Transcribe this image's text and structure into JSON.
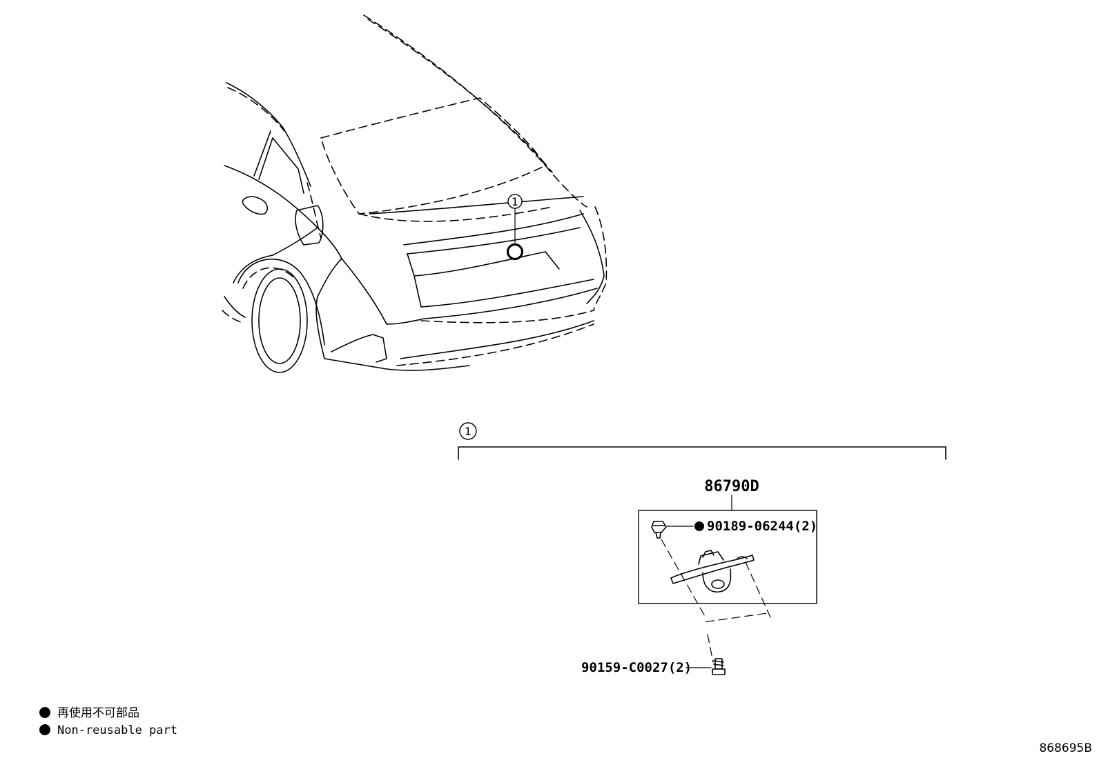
{
  "callout": {
    "number": "1"
  },
  "assembly": {
    "part_number": "86790D"
  },
  "parts": [
    {
      "part_number": "90189-06244(2)",
      "non_reusable": true
    },
    {
      "part_number": "90159-C0027(2)",
      "non_reusable": false
    }
  ],
  "legend": {
    "items": [
      {
        "symbol": "filled-circle-icon",
        "text": "再使用不可部品"
      },
      {
        "symbol": "filled-circle-icon",
        "text": "Non-reusable part"
      }
    ]
  },
  "diagram_code": "868695B"
}
